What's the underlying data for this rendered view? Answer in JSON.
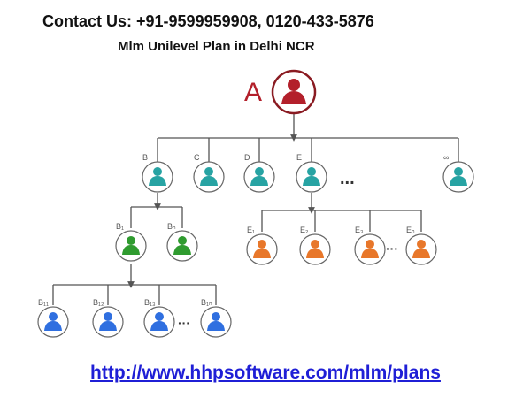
{
  "header": {
    "contact": "Contact Us: +91-9599959908, 0120-433-5876",
    "subtitle": "Mlm Unilevel Plan in Delhi NCR"
  },
  "footer": {
    "url": "http://www.hhpsoftware.com/mlm/plans"
  },
  "diagram": {
    "root": {
      "label": "A",
      "color": "#b3202b"
    },
    "level1": {
      "color": "#27a3a3",
      "labels": [
        "B",
        "C",
        "D",
        "E",
        "...",
        "∞"
      ]
    },
    "level2_b": {
      "color": "#2f9b2f",
      "labels": [
        "B₁",
        "Bₙ"
      ]
    },
    "level2_e": {
      "color": "#e8772a",
      "labels": [
        "E₁",
        "E₂",
        "E₃",
        "Eₙ"
      ],
      "ellipsis": "···"
    },
    "level3": {
      "color": "#2f6fe0",
      "labels": [
        "B₁₁",
        "B₁₂",
        "B₁₃",
        "B₁ₙ"
      ],
      "ellipsis": "···"
    }
  }
}
